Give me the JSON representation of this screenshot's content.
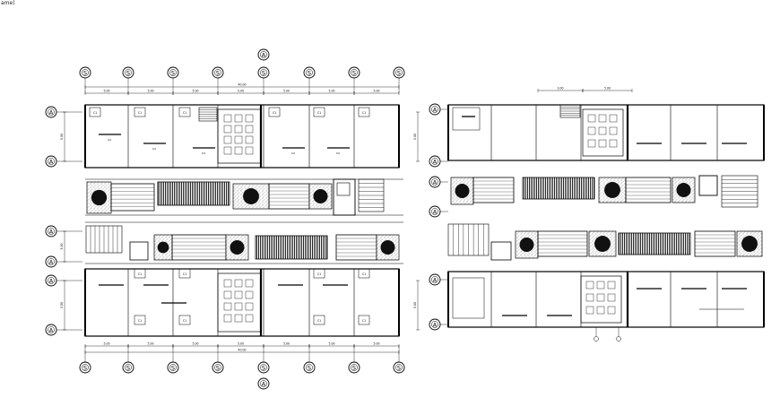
{
  "corner_label": "ame)",
  "grid_bubbles": {
    "letters": [
      "A"
    ],
    "numbers": [
      "S"
    ],
    "side_letters": [
      "A"
    ]
  },
  "dimensions": {
    "left_top": [
      "5.00",
      "5.00",
      "5.00",
      "5.00",
      "5.00",
      "5.00",
      "5.00",
      "5.00"
    ],
    "left_total": "40.00",
    "right_top": [
      "3.00",
      "5.00"
    ],
    "left_side": [
      "5.00",
      "3.00",
      "2.00",
      "5.00"
    ]
  },
  "room_tags": [
    "C1",
    "C2",
    "C3"
  ],
  "colors": {
    "line": "#000000",
    "hatch": "#4a4a4a",
    "background": "#ffffff"
  }
}
